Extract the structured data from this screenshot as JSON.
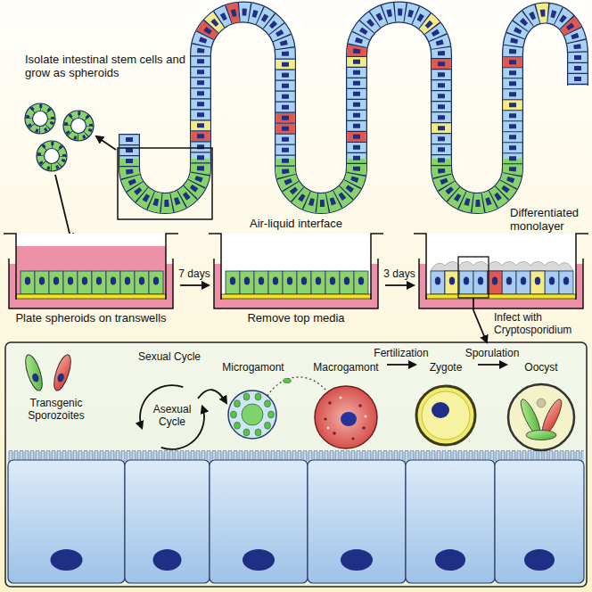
{
  "diagram": {
    "nodes": [
      {
        "text": [
          "Plate spheroids on transwells"
        ]
      },
      {
        "text": [
          "Air-liquid interface",
          "Remove top media"
        ]
      },
      {
        "text": [
          "Differentiated monolayer"
        ]
      },
      {
        "text": [
          "Sexual Cycle",
          "Asexual Cycle"
        ]
      },
      {
        "text": [
          "Transgenic Sporozoites"
        ],
        "in": 3
      },
      {
        "text": [
          "Microgamont"
        ],
        "in": 3
      },
      {
        "text": [
          "Macrogamont"
        ],
        "in": 3
      },
      {
        "text": [
          "Zygote"
        ],
        "in": 3
      },
      {
        "text": [
          "Oocyst"
        ],
        "in": 3
      }
    ],
    "edges": [
      {
        "from": 0,
        "to": 1,
        "label": "7 days",
        "arrow": "to"
      },
      {
        "from": 1,
        "to": 2,
        "label": "3 days",
        "arrow": "to"
      },
      {
        "from": 2,
        "to": 3,
        "label": "Infect with Cryptosporidium",
        "arrow": "to"
      },
      {
        "from": 6,
        "to": 7,
        "label": "Fertilization",
        "arrow": "to"
      },
      {
        "from": 7,
        "to": 8,
        "label": "Sporulation",
        "arrow": "to"
      }
    ],
    "labels": [
      "Isolate intestinal stem cells and grow as spheroids"
    ]
  }
}
